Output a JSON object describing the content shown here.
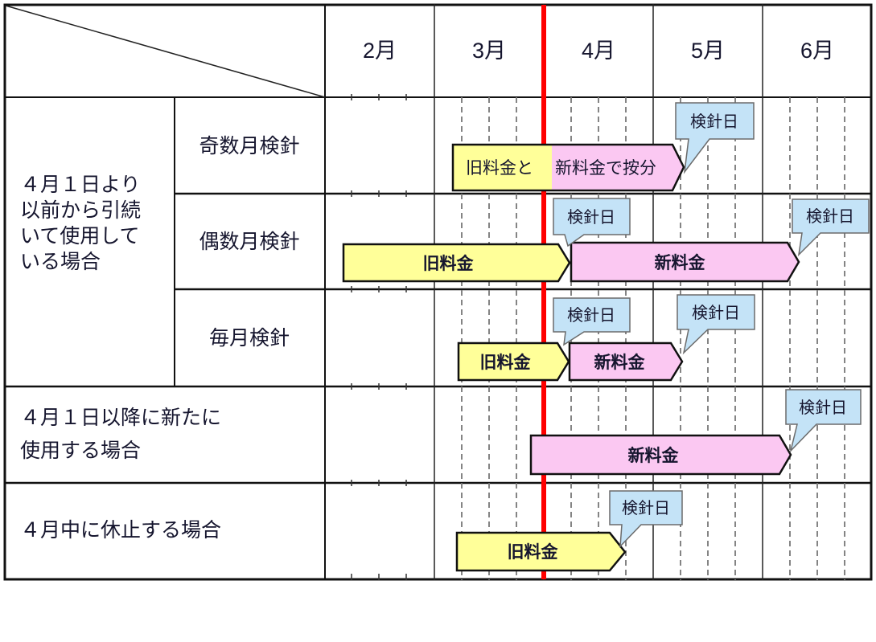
{
  "diagram": {
    "months": [
      "2月",
      "3月",
      "4月",
      "5月",
      "6月"
    ],
    "left_group": {
      "lines": [
        "４月１日より",
        "以前から引続",
        "いて使用して",
        "いる場合"
      ]
    },
    "meter_rows": [
      {
        "label": "奇数月検針"
      },
      {
        "label": "偶数月検針"
      },
      {
        "label": "毎月検針"
      }
    ],
    "new_use_row": {
      "lines": [
        "４月１日以降に新たに",
        "使用する場合"
      ]
    },
    "suspend_row": {
      "label": "４月中に休止する場合"
    },
    "bar_labels": {
      "old_and": "旧料金と",
      "new_prorate": "新料金で按分",
      "old": "旧料金",
      "new": "新料金"
    },
    "callout": {
      "label": "検針日"
    },
    "colors": {
      "old_rate": "#FFFF99",
      "new_rate": "#FBC8F2",
      "callout_bg": "#C4E3F7",
      "april1_line": "#FF0000"
    }
  }
}
